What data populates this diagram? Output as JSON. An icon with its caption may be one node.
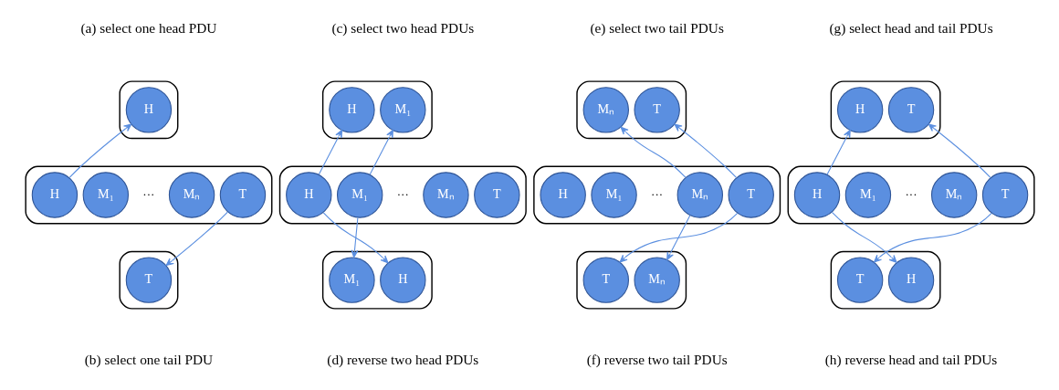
{
  "diagram": {
    "nodes": [
      {
        "text": [],
        "shape": "box"
      },
      {
        "text": [
          "H"
        ],
        "in": 0
      },
      {
        "text": [],
        "shape": "box"
      },
      {
        "text": [
          "H"
        ],
        "in": 2
      },
      {
        "text": [
          "M₁"
        ],
        "in": 2
      },
      {
        "text": [
          "Mₙ"
        ],
        "in": 2
      },
      {
        "text": [
          "T"
        ],
        "in": 2
      },
      {
        "text": [],
        "shape": "box"
      },
      {
        "text": [
          "T"
        ],
        "in": 7
      },
      {
        "text": [],
        "shape": "box"
      },
      {
        "text": [
          "H"
        ],
        "in": 9
      },
      {
        "text": [
          "M₁"
        ],
        "in": 9
      },
      {
        "text": [],
        "shape": "box"
      },
      {
        "text": [
          "H"
        ],
        "in": 12
      },
      {
        "text": [
          "M₁"
        ],
        "in": 12
      },
      {
        "text": [
          "Mₙ"
        ],
        "in": 12
      },
      {
        "text": [
          "T"
        ],
        "in": 12
      },
      {
        "text": [],
        "shape": "box"
      },
      {
        "text": [
          "M₁"
        ],
        "in": 17
      },
      {
        "text": [
          "H"
        ],
        "in": 17
      },
      {
        "text": [],
        "shape": "box"
      },
      {
        "text": [
          "Mₙ"
        ],
        "in": 20
      },
      {
        "text": [
          "T"
        ],
        "in": 20
      },
      {
        "text": [],
        "shape": "box"
      },
      {
        "text": [
          "H"
        ],
        "in": 23
      },
      {
        "text": [
          "M₁"
        ],
        "in": 23
      },
      {
        "text": [
          "Mₙ"
        ],
        "in": 23
      },
      {
        "text": [
          "T"
        ],
        "in": 23
      },
      {
        "text": [],
        "shape": "box"
      },
      {
        "text": [
          "T"
        ],
        "in": 28
      },
      {
        "text": [
          "Mₙ"
        ],
        "in": 28
      },
      {
        "text": [],
        "shape": "box"
      },
      {
        "text": [
          "H"
        ],
        "in": 31
      },
      {
        "text": [
          "T"
        ],
        "in": 31
      },
      {
        "text": [],
        "shape": "box"
      },
      {
        "text": [
          "H"
        ],
        "in": 34
      },
      {
        "text": [
          "M₁"
        ],
        "in": 34
      },
      {
        "text": [
          "Mₙ"
        ],
        "in": 34
      },
      {
        "text": [
          "T"
        ],
        "in": 34
      },
      {
        "text": [],
        "shape": "box"
      },
      {
        "text": [
          "T"
        ],
        "in": 39
      },
      {
        "text": [
          "H"
        ],
        "in": 39
      }
    ],
    "edges": [
      {
        "from": 3,
        "to": 1,
        "arrow": "to"
      },
      {
        "from": 6,
        "to": 8,
        "arrow": "to"
      },
      {
        "from": 13,
        "to": 10,
        "arrow": "to"
      },
      {
        "from": 14,
        "to": 11,
        "arrow": "to"
      },
      {
        "from": 13,
        "to": 19,
        "arrow": "to"
      },
      {
        "from": 14,
        "to": 18,
        "arrow": "to"
      },
      {
        "from": 26,
        "to": 21,
        "arrow": "to"
      },
      {
        "from": 27,
        "to": 22,
        "arrow": "to"
      },
      {
        "from": 26,
        "to": 30,
        "arrow": "to"
      },
      {
        "from": 27,
        "to": 29,
        "arrow": "to"
      },
      {
        "from": 35,
        "to": 32,
        "arrow": "to"
      },
      {
        "from": 38,
        "to": 33,
        "arrow": "to"
      },
      {
        "from": 35,
        "to": 41,
        "arrow": "to"
      },
      {
        "from": 38,
        "to": 40,
        "arrow": "to"
      }
    ],
    "labels": [
      "(a) select one head PDU",
      "(c) select two head PDUs",
      "(e) select two tail PDUs",
      "(g) select head and tail PDUs",
      "···",
      "···",
      "···",
      "···",
      "(b) select one tail PDU",
      "(d) reverse two head PDUs",
      "(f) reverse two tail PDUs",
      "(h) reverse head and tail PDUs"
    ]
  }
}
